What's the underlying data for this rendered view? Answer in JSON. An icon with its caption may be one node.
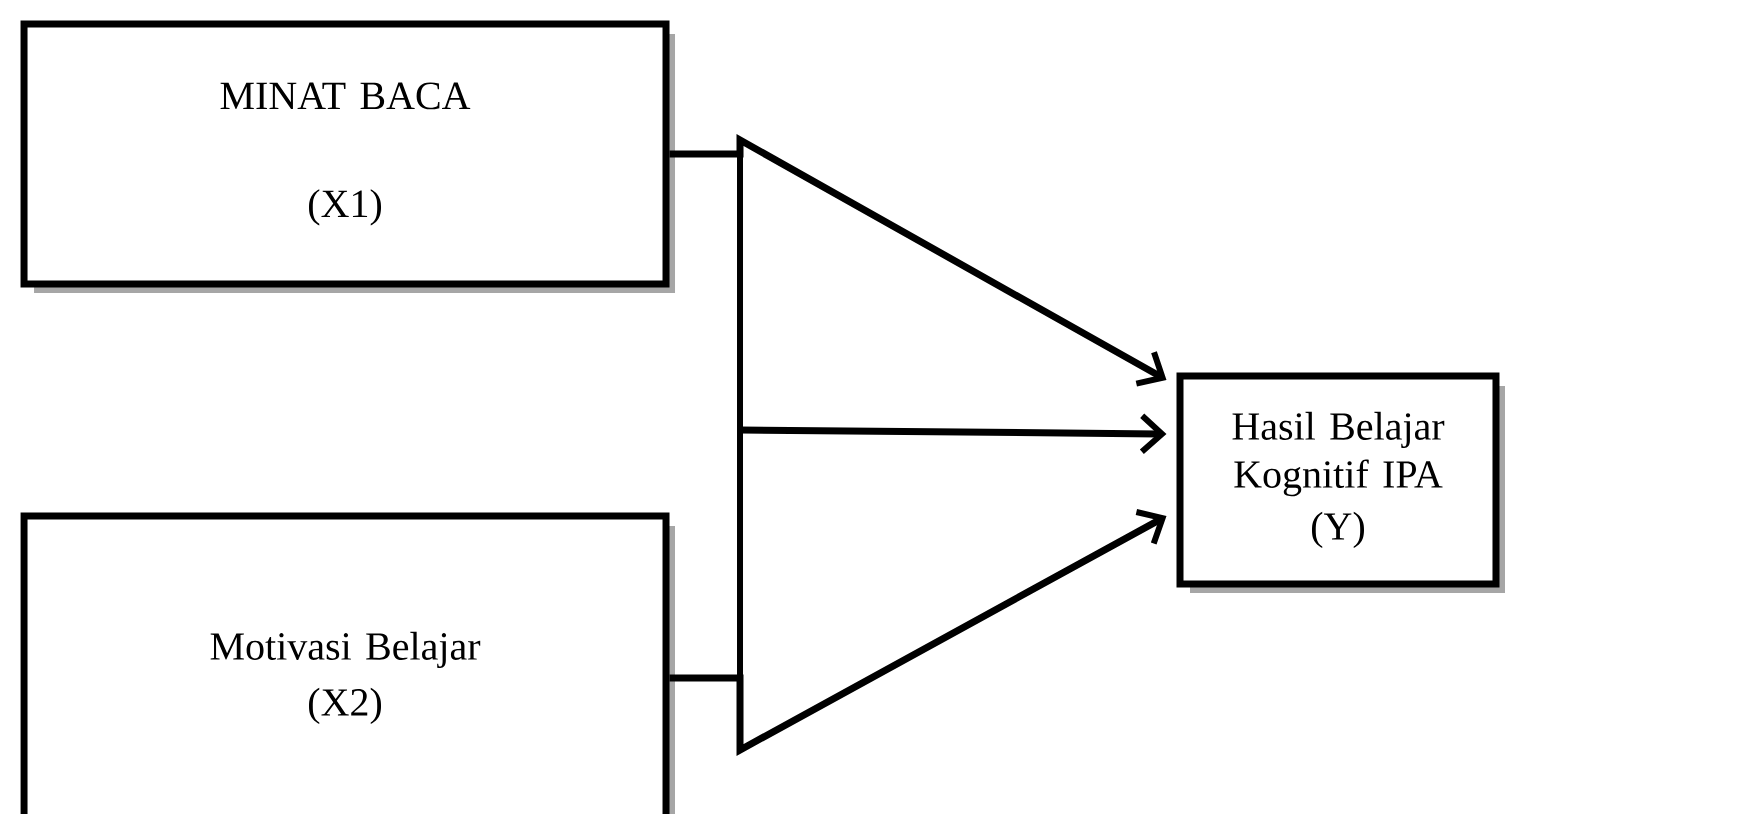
{
  "diagram": {
    "nodes": [
      {
        "text": [
          "MINAT BACA",
          "(X1)"
        ]
      },
      {
        "text": [
          "Motivasi Belajar",
          "(X2)"
        ]
      },
      {
        "text": [
          "Hasil Belajar Kognitif IPA",
          "(Y)"
        ]
      }
    ],
    "edges": [
      {
        "from": 0,
        "to": 2,
        "arrow": "to"
      },
      {
        "from": null,
        "to": 2,
        "arrow": "to"
      },
      {
        "from": 1,
        "to": 2,
        "arrow": "to"
      }
    ]
  }
}
